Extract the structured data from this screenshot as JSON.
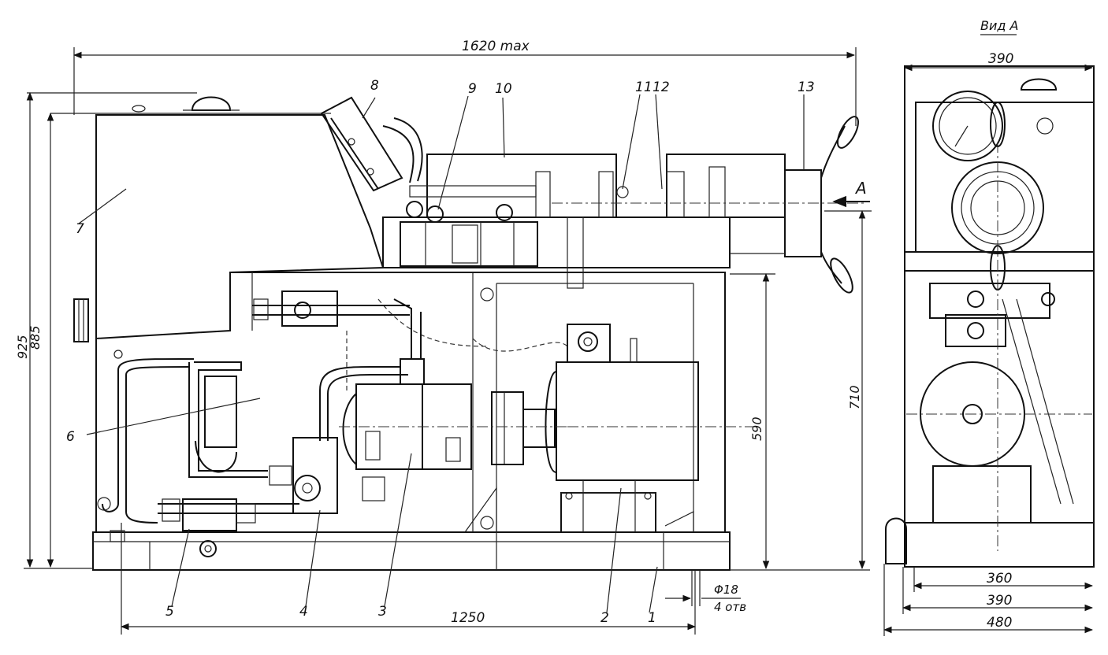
{
  "view": {
    "title": "Вид А",
    "arrow_label": "A"
  },
  "callouts": [
    "1",
    "2",
    "3",
    "4",
    "5",
    "6",
    "7",
    "8",
    "9",
    "10",
    "11",
    "12",
    "13"
  ],
  "dimensions": {
    "overall_length": "1620 max",
    "total_height": "925",
    "tank_height": "885",
    "shaft_height": "710",
    "frame_height": "590",
    "base_length": "1250",
    "hole_dia": "Φ18",
    "hole_count": "4 отв",
    "view_width_top": "390",
    "view_width_360": "360",
    "view_width_390": "390",
    "view_width_480": "480"
  }
}
